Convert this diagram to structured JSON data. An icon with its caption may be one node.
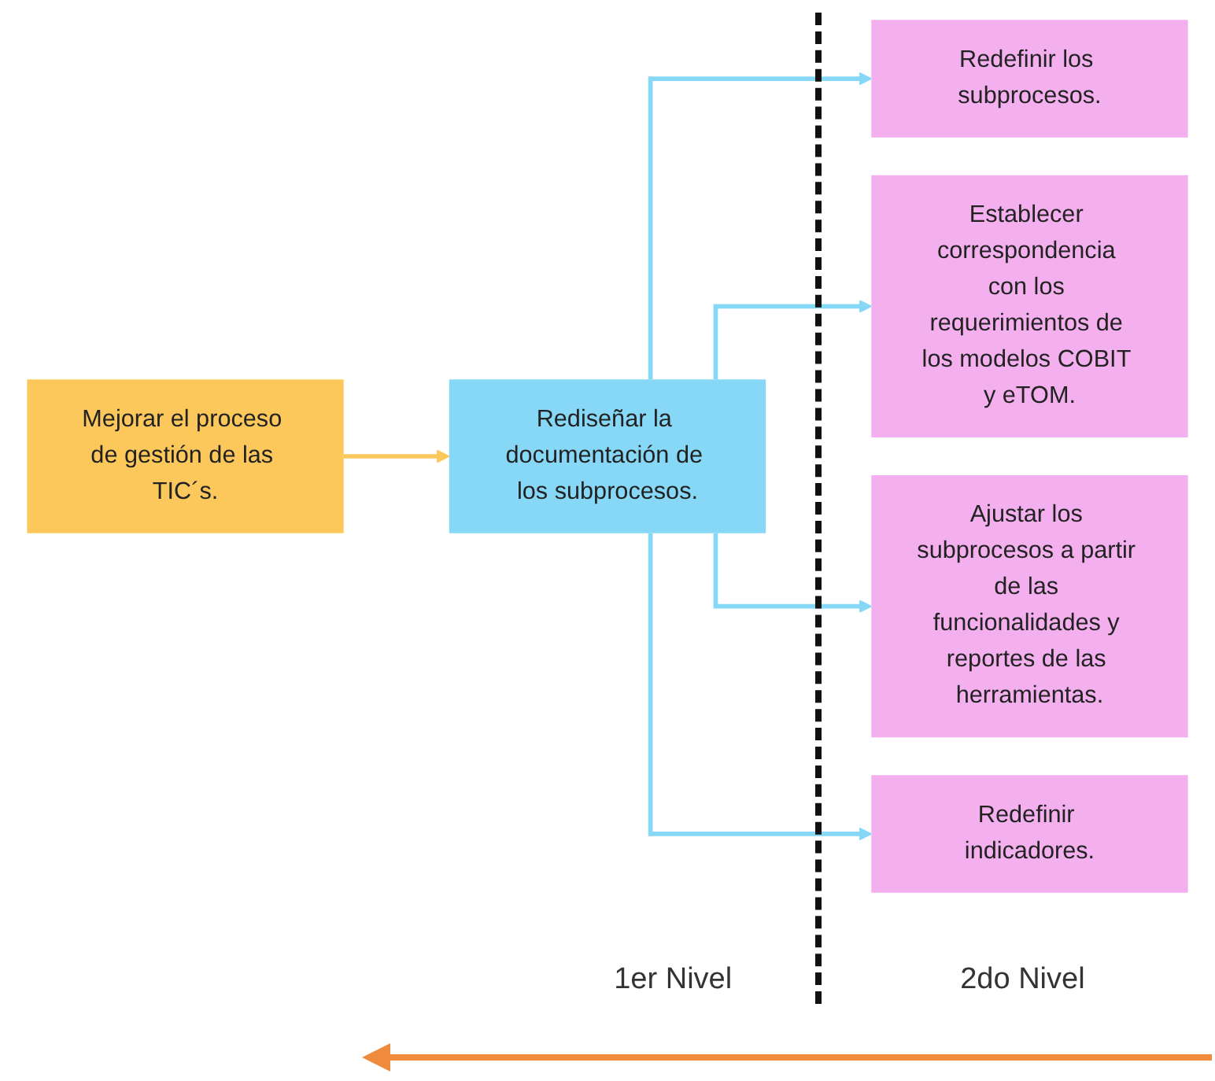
{
  "diagram": {
    "nodes": [
      {
        "text": [
          "Mejorar el proceso de gestión de las TIC´s."
        ]
      },
      {
        "text": [
          "Rediseñar la documentación de los subprocesos."
        ]
      },
      {
        "text": [
          "Redefinir los subprocesos."
        ]
      },
      {
        "text": [
          "Establecer correspondencia con los requerimientos de los modelos COBIT y eTOM."
        ]
      },
      {
        "text": [
          "Ajustar los subprocesos a partir de las funcionalidades y reportes de las herramientas."
        ]
      },
      {
        "text": [
          "Redefinir indicadores."
        ]
      }
    ],
    "edges": [
      {
        "from": 0,
        "to": 1,
        "arrow": "to",
        "color": "#fcc85c"
      },
      {
        "from": 1,
        "to": 2,
        "arrow": "to"
      },
      {
        "from": 1,
        "to": 3,
        "arrow": "to"
      },
      {
        "from": 1,
        "to": 4,
        "arrow": "to"
      },
      {
        "from": 1,
        "to": 5,
        "arrow": "to"
      }
    ],
    "labels": [
      "1er Nivel",
      "2do Nivel"
    ]
  }
}
